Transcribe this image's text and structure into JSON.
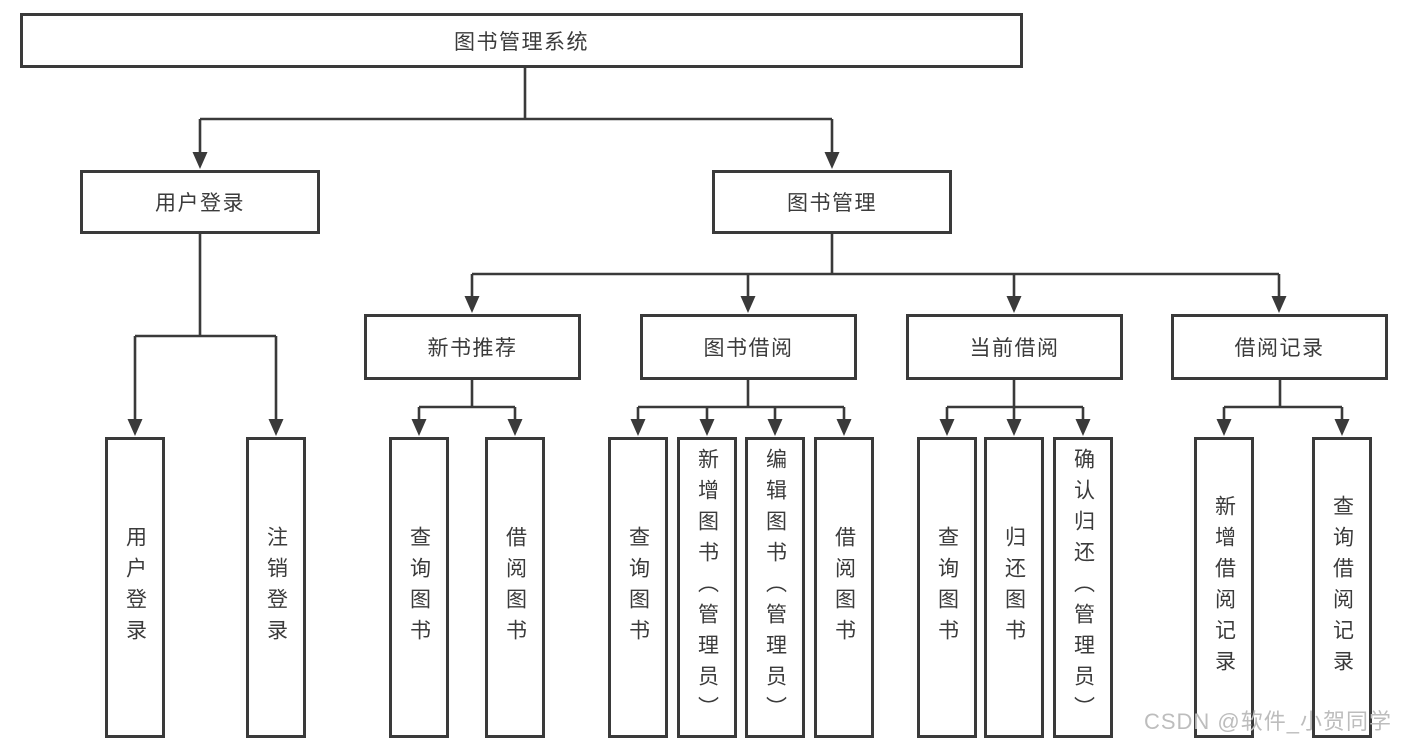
{
  "colors": {
    "background": "#ffffff",
    "line": "#3a3a3a",
    "text": "#3b3b3b",
    "watermark": "#bdbdbd"
  },
  "watermark": "CSDN @软件_小贺同学",
  "tree": {
    "root": {
      "label": "图书管理系统"
    },
    "branches": [
      {
        "label": "用户登录",
        "leaves": [
          {
            "label": "用户登录"
          },
          {
            "label": "注销登录"
          }
        ]
      },
      {
        "label": "图书管理",
        "groups": [
          {
            "label": "新书推荐",
            "leaves": [
              {
                "label": "查询图书"
              },
              {
                "label": "借阅图书"
              }
            ]
          },
          {
            "label": "图书借阅",
            "leaves": [
              {
                "label": "查询图书"
              },
              {
                "label": "新增图书（管理员）"
              },
              {
                "label": "编辑图书（管理员）"
              },
              {
                "label": "借阅图书"
              }
            ]
          },
          {
            "label": "当前借阅",
            "leaves": [
              {
                "label": "查询图书"
              },
              {
                "label": "归还图书"
              },
              {
                "label": "确认归还（管理员）"
              }
            ]
          },
          {
            "label": "借阅记录",
            "leaves": [
              {
                "label": "新增借阅记录"
              },
              {
                "label": "查询借阅记录"
              }
            ]
          }
        ]
      }
    ]
  }
}
